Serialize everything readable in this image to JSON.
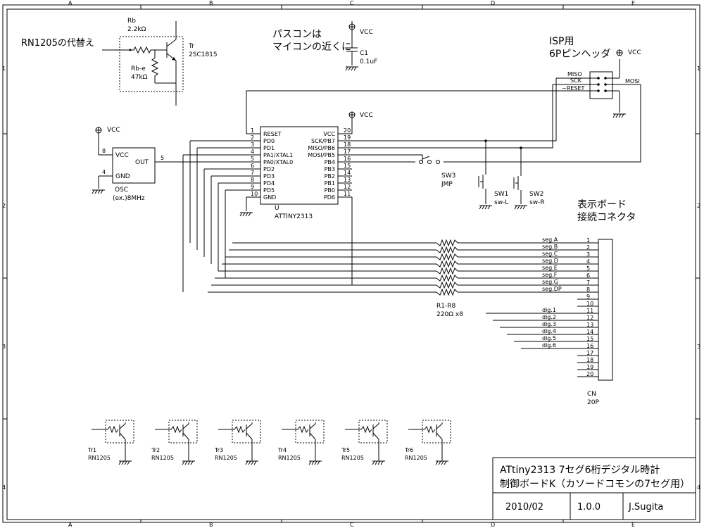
{
  "frame": {
    "cols": [
      "A",
      "B",
      "C",
      "D",
      "E"
    ],
    "rows": [
      "1",
      "2",
      "3",
      "4"
    ]
  },
  "notes": {
    "rn_replacement": "RN1205の代替え",
    "bypass_line1": "パスコンは",
    "bypass_line2": "マイコンの近くに",
    "isp_line1": "ISP用",
    "isp_line2": "6Pピンヘッダ",
    "display_line1": "表示ボード",
    "display_line2": "接続コネクタ"
  },
  "power": {
    "vcc": "VCC"
  },
  "parts": {
    "rb": {
      "ref": "Rb",
      "value": "2.2kΩ"
    },
    "rbe": {
      "ref": "Rb-e",
      "value": "47kΩ"
    },
    "tr": {
      "ref": "Tr",
      "value": "2SC1815"
    },
    "c1": {
      "ref": "C1",
      "value": "0.1uF"
    },
    "osc": {
      "ref": "OSC",
      "value": "(ex.)8MHz",
      "pin_vcc": "VCC",
      "pin_gnd": "GND",
      "pin_out": "OUT",
      "n_vcc": "8",
      "n_gnd": "4",
      "n_out": "5"
    },
    "mcu": {
      "ref": "U",
      "value": "ATTINY2313"
    },
    "sw3": {
      "ref": "SW3",
      "value": "JMP"
    },
    "sw1": {
      "ref": "SW1",
      "value": "sw-L"
    },
    "sw2": {
      "ref": "SW2",
      "value": "sw-R"
    },
    "rarray": {
      "ref": "R1-R8",
      "value": "220Ω x8"
    },
    "cn": {
      "ref": "CN",
      "value": "20P"
    },
    "isp_pins": [
      "MISO",
      "SCK",
      "~RESET",
      "MOSI"
    ]
  },
  "mcu_left_pins": [
    {
      "num": "1",
      "name": "RESET"
    },
    {
      "num": "2",
      "name": "PD0"
    },
    {
      "num": "3",
      "name": "PD1"
    },
    {
      "num": "4",
      "name": "PA1/XTAL1"
    },
    {
      "num": "5",
      "name": "PA0/XTAL0"
    },
    {
      "num": "6",
      "name": "PD2"
    },
    {
      "num": "7",
      "name": "PD3"
    },
    {
      "num": "8",
      "name": "PD4"
    },
    {
      "num": "9",
      "name": "PD5"
    },
    {
      "num": "10",
      "name": "GND"
    }
  ],
  "mcu_right_pins": [
    {
      "num": "20",
      "name": "VCC"
    },
    {
      "num": "19",
      "name": "SCK/PB7"
    },
    {
      "num": "18",
      "name": "MISO/PB6"
    },
    {
      "num": "17",
      "name": "MOSI/PB5"
    },
    {
      "num": "16",
      "name": "PB4"
    },
    {
      "num": "15",
      "name": "PB3"
    },
    {
      "num": "14",
      "name": "PB2"
    },
    {
      "num": "13",
      "name": "PB1"
    },
    {
      "num": "12",
      "name": "PB0"
    },
    {
      "num": "11",
      "name": "PD6"
    }
  ],
  "cn_pins": [
    "1",
    "2",
    "3",
    "4",
    "5",
    "6",
    "7",
    "8",
    "9",
    "10",
    "11",
    "12",
    "13",
    "14",
    "15",
    "16",
    "17",
    "18",
    "19",
    "20"
  ],
  "seg_labels": [
    "seg.A",
    "seg.B",
    "seg.C",
    "seg.D",
    "seg.E",
    "seg.F",
    "seg.G",
    "seg.DP"
  ],
  "dig_labels": [
    "dig.1",
    "dig.2",
    "dig.3",
    "dig.4",
    "dig.5",
    "dig.6"
  ],
  "transistors": [
    {
      "ref": "Tr1",
      "value": "RN1205"
    },
    {
      "ref": "Tr2",
      "value": "RN1205"
    },
    {
      "ref": "Tr3",
      "value": "RN1205"
    },
    {
      "ref": "Tr4",
      "value": "RN1205"
    },
    {
      "ref": "Tr5",
      "value": "RN1205"
    },
    {
      "ref": "Tr6",
      "value": "RN1205"
    }
  ],
  "title_block": {
    "title1": "ATtiny2313 7セグ6桁デジタル時計",
    "title2": "制御ボードK（カソードコモンの7セグ用）",
    "date": "2010/02",
    "version": "1.0.0",
    "author": "J.Sugita"
  }
}
